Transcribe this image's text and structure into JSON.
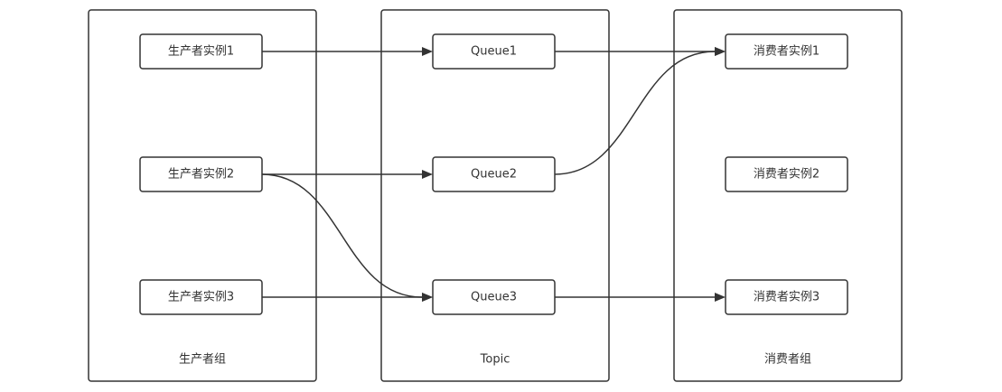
{
  "groups": [
    {
      "id": "producer-group",
      "label": "生产者组",
      "nodes": [
        {
          "id": "producer-1",
          "label": "生产者实例1"
        },
        {
          "id": "producer-2",
          "label": "生产者实例2"
        },
        {
          "id": "producer-3",
          "label": "生产者实例3"
        }
      ]
    },
    {
      "id": "topic",
      "label": "Topic",
      "nodes": [
        {
          "id": "queue-1",
          "label": "Queue1"
        },
        {
          "id": "queue-2",
          "label": "Queue2"
        },
        {
          "id": "queue-3",
          "label": "Queue3"
        }
      ]
    },
    {
      "id": "consumer-group",
      "label": "消费者组",
      "nodes": [
        {
          "id": "consumer-1",
          "label": "消费者实例1"
        },
        {
          "id": "consumer-2",
          "label": "消费者实例2"
        },
        {
          "id": "consumer-3",
          "label": "消费者实例3"
        }
      ]
    }
  ],
  "edges": [
    {
      "from": "producer-1",
      "to": "queue-1"
    },
    {
      "from": "producer-2",
      "to": "queue-2"
    },
    {
      "from": "producer-2",
      "to": "queue-3"
    },
    {
      "from": "producer-3",
      "to": "queue-3"
    },
    {
      "from": "queue-1",
      "to": "consumer-1"
    },
    {
      "from": "queue-2",
      "to": "consumer-1"
    },
    {
      "from": "queue-3",
      "to": "consumer-3"
    }
  ]
}
